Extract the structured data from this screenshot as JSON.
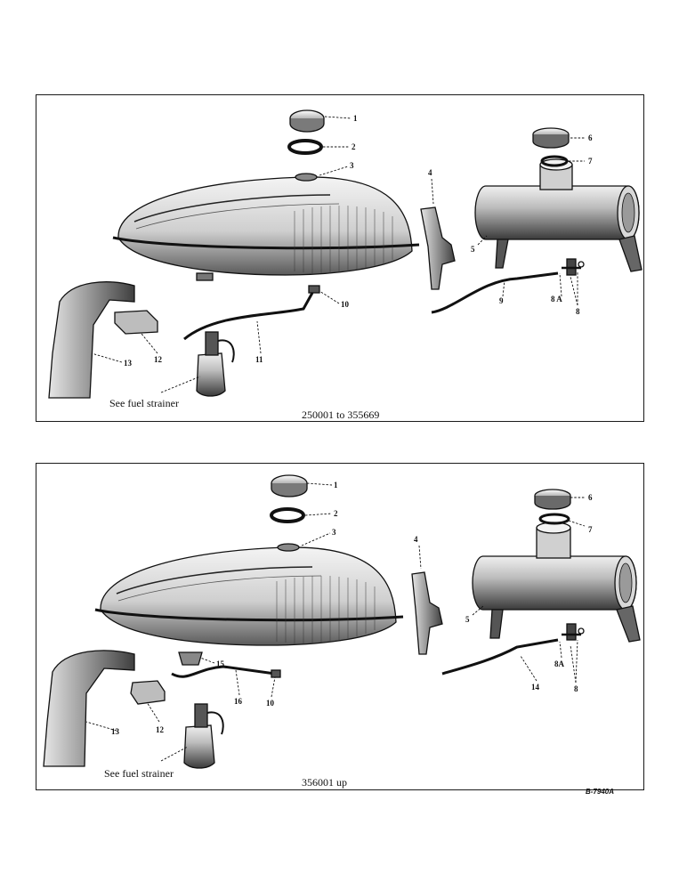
{
  "panels": [
    {
      "caption": "250001 to 355669",
      "strainer_note": "See fuel strainer",
      "labels": [
        "1",
        "2",
        "3",
        "4",
        "5",
        "6",
        "7",
        "8",
        "8 A",
        "9",
        "10",
        "11",
        "12",
        "13"
      ]
    },
    {
      "caption": "356001 up",
      "strainer_note": "See fuel strainer",
      "labels": [
        "1",
        "2",
        "3",
        "4",
        "5",
        "6",
        "7",
        "8",
        "8A",
        "10",
        "12",
        "13",
        "14",
        "15",
        "16"
      ]
    }
  ],
  "drawing_ref": "B-7940A"
}
